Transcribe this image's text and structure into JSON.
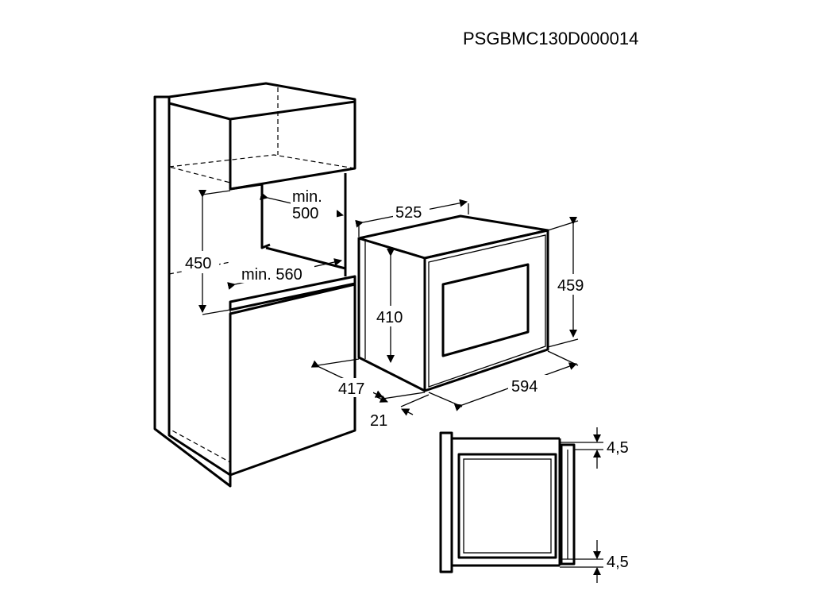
{
  "document_code": "PSGBMC130D000014",
  "cabinet": {
    "depth_label_line1": "min.",
    "depth_label_line2": "500",
    "width_label": "min. 560",
    "height_label": "450"
  },
  "appliance": {
    "depth_label": "525",
    "height_label": "459",
    "inner_height_label": "410",
    "width_label": "594",
    "side_depth_label": "417",
    "front_offset_label": "21"
  },
  "section": {
    "top_gap_label": "4,5",
    "bottom_gap_label": "4,5"
  }
}
